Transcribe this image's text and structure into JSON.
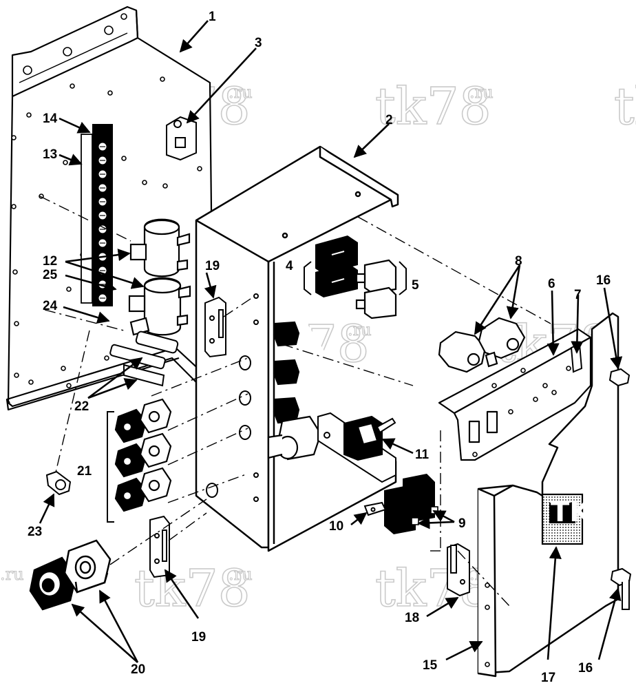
{
  "diagram": {
    "callouts": [
      {
        "id": "c1",
        "label": "1"
      },
      {
        "id": "c2",
        "label": "2"
      },
      {
        "id": "c3",
        "label": "3"
      },
      {
        "id": "c4",
        "label": "4"
      },
      {
        "id": "c5",
        "label": "5"
      },
      {
        "id": "c6",
        "label": "6"
      },
      {
        "id": "c7",
        "label": "7"
      },
      {
        "id": "c8",
        "label": "8"
      },
      {
        "id": "c9",
        "label": "9"
      },
      {
        "id": "c10",
        "label": "10"
      },
      {
        "id": "c11",
        "label": "11"
      },
      {
        "id": "c12",
        "label": "12"
      },
      {
        "id": "c13",
        "label": "13"
      },
      {
        "id": "c14",
        "label": "14"
      },
      {
        "id": "c15",
        "label": "15"
      },
      {
        "id": "c16a",
        "label": "16"
      },
      {
        "id": "c16b",
        "label": "16"
      },
      {
        "id": "c17",
        "label": "17"
      },
      {
        "id": "c18",
        "label": "18"
      },
      {
        "id": "c19a",
        "label": "19"
      },
      {
        "id": "c19b",
        "label": "19"
      },
      {
        "id": "c20",
        "label": "20"
      },
      {
        "id": "c21",
        "label": "21"
      },
      {
        "id": "c22",
        "label": "22"
      },
      {
        "id": "c23",
        "label": "23"
      },
      {
        "id": "c24",
        "label": "24"
      },
      {
        "id": "c25",
        "label": "25"
      }
    ]
  },
  "watermark": {
    "text": "tk78",
    "suffix": ".ru"
  },
  "logo": {
    "text": "TK"
  },
  "colors": {
    "line": "#000000",
    "paper": "#ffffff",
    "watermark": "#c8c8c8"
  }
}
